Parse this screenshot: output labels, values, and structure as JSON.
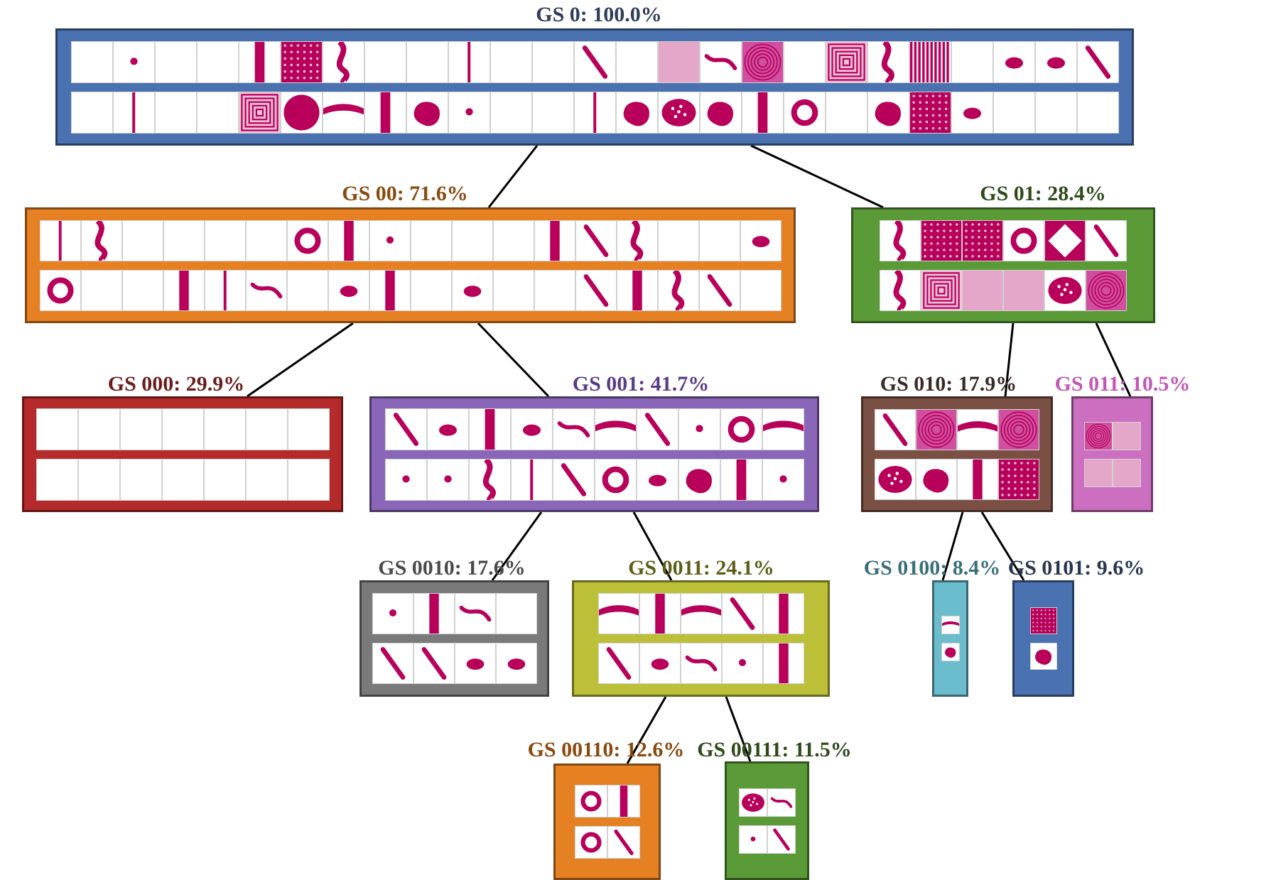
{
  "diagram": {
    "type": "hierarchical-cluster-tree",
    "nodes": [
      {
        "id": "n0",
        "label": "GS 0: 100.0%",
        "color": "#4a72b0",
        "title_color": "#2f3e5a",
        "rows": 2,
        "cols": 25,
        "tiles": [
          "e",
          "dot",
          "e",
          "e",
          "vbar",
          "dots",
          "squig",
          "e",
          "e",
          "vline",
          "e",
          "e",
          "diag",
          "e",
          "pink",
          "curve",
          "radial",
          "e",
          "maze",
          "squig",
          "stripes",
          "e",
          "blob",
          "blob",
          "diag",
          "e",
          "vline",
          "e",
          "e",
          "maze",
          "circle",
          "wave",
          "vbar",
          "blotch",
          "dot",
          "e",
          "e",
          "vline",
          "blotch",
          "spots",
          "blotch",
          "vbar",
          "ring",
          "e",
          "blotch",
          "dots",
          "blob",
          "e",
          "e",
          "e"
        ]
      },
      {
        "id": "n00",
        "label": "GS 00: 71.6%",
        "color": "#e58123",
        "title_color": "#8a4a0e",
        "rows": 2,
        "cols": 18,
        "tiles": [
          "vline",
          "squig",
          "e",
          "e",
          "e",
          "e",
          "ring",
          "vbar",
          "dot",
          "e",
          "e",
          "e",
          "vbar",
          "diag",
          "squig",
          "e",
          "e",
          "blob",
          "ring",
          "e",
          "e",
          "vbar",
          "vline",
          "curve",
          "e",
          "blob",
          "vbar",
          "e",
          "blob",
          "e",
          "e",
          "diag",
          "vbar",
          "squig",
          "diag",
          "e"
        ]
      },
      {
        "id": "n01",
        "label": "GS 01: 28.4%",
        "color": "#5b9b37",
        "title_color": "#2e4a1b",
        "rows": 2,
        "cols": 6,
        "tiles": [
          "squig",
          "dots",
          "dots",
          "ring",
          "diamond",
          "diag",
          "squig",
          "maze",
          "pink",
          "pink",
          "spots",
          "radial"
        ]
      },
      {
        "id": "n000",
        "label": "GS 000: 29.9%",
        "color": "#b52a2a",
        "title_color": "#6b1d1d",
        "rows": 2,
        "cols": 7,
        "tiles": [
          "e",
          "e",
          "e",
          "e",
          "e",
          "e",
          "e",
          "e",
          "e",
          "e",
          "e",
          "e",
          "e",
          "e"
        ]
      },
      {
        "id": "n001",
        "label": "GS 001: 41.7%",
        "color": "#8a66b8",
        "title_color": "#5a3c87",
        "rows": 2,
        "cols": 10,
        "tiles": [
          "diag",
          "blob",
          "vbar",
          "blob",
          "curve",
          "wave",
          "diag",
          "dot",
          "ring",
          "wave",
          "dot",
          "dot",
          "squig",
          "vline",
          "diag",
          "ring",
          "blob",
          "blotch",
          "vbar",
          "dot"
        ]
      },
      {
        "id": "n010",
        "label": "GS 010: 17.9%",
        "color": "#7b5044",
        "title_color": "#3a2a26",
        "rows": 2,
        "cols": 4,
        "tiles": [
          "diag",
          "radial",
          "wave",
          "radial",
          "spots",
          "blotch",
          "vbar",
          "dots"
        ]
      },
      {
        "id": "n011",
        "label": "GS 011: 10.5%",
        "color": "#cc6fc0",
        "title_color": "#c356b8",
        "rows": 2,
        "cols": 2,
        "tiles": [
          "radial",
          "pink",
          "pink",
          "pink"
        ]
      },
      {
        "id": "n0010",
        "label": "GS 0010: 17.6%",
        "color": "#7a7a7a",
        "title_color": "#4a4a4a",
        "rows": 2,
        "cols": 4,
        "tiles": [
          "dot",
          "vbar",
          "curve",
          "e",
          "diag",
          "diag",
          "blob",
          "blob"
        ]
      },
      {
        "id": "n0011",
        "label": "GS 0011: 24.1%",
        "color": "#bcbf38",
        "title_color": "#5e5e1a",
        "rows": 2,
        "cols": 5,
        "tiles": [
          "wave",
          "vbar",
          "wave",
          "diag",
          "vbar",
          "diag",
          "blob",
          "curve",
          "dot",
          "vbar"
        ]
      },
      {
        "id": "n0100",
        "label": "GS 0100: 8.4%",
        "color": "#6bbccc",
        "title_color": "#3a6f7a",
        "rows": 2,
        "cols": 1,
        "tiles": [
          "wave",
          "blotch"
        ]
      },
      {
        "id": "n0101",
        "label": "GS 0101: 9.6%",
        "color": "#4a72b0",
        "title_color": "#2a3550",
        "rows": 2,
        "cols": 1,
        "tiles": [
          "dots",
          "blotch"
        ]
      },
      {
        "id": "n00110",
        "label": "GS 00110: 12.6%",
        "color": "#e58123",
        "title_color": "#8a4a0e",
        "rows": 2,
        "cols": 2,
        "tiles": [
          "ring",
          "vbar",
          "ring",
          "diag"
        ]
      },
      {
        "id": "n00111",
        "label": "GS 00111: 11.5%",
        "color": "#5b9b37",
        "title_color": "#2e4a1b",
        "rows": 2,
        "cols": 2,
        "tiles": [
          "spots",
          "curve",
          "dot",
          "diag"
        ]
      }
    ],
    "edges": [
      [
        "n0",
        "n00"
      ],
      [
        "n0",
        "n01"
      ],
      [
        "n00",
        "n000"
      ],
      [
        "n00",
        "n001"
      ],
      [
        "n01",
        "n010"
      ],
      [
        "n01",
        "n011"
      ],
      [
        "n001",
        "n0010"
      ],
      [
        "n001",
        "n0011"
      ],
      [
        "n010",
        "n0100"
      ],
      [
        "n010",
        "n0101"
      ],
      [
        "n0011",
        "n00110"
      ],
      [
        "n0011",
        "n00111"
      ]
    ],
    "pattern_color": "#b8005a"
  }
}
